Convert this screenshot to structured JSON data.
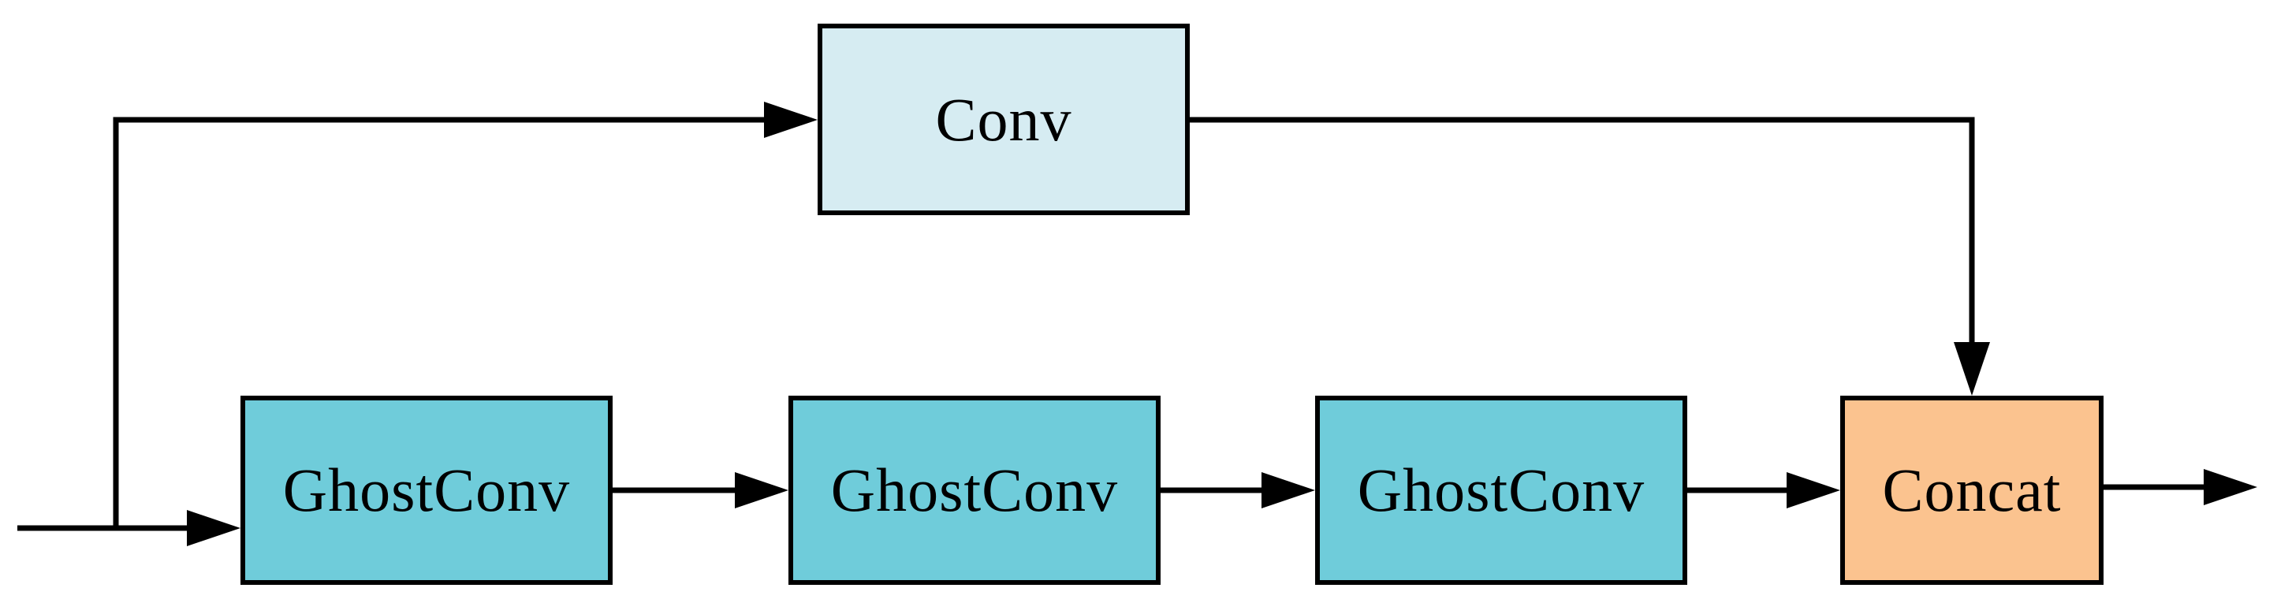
{
  "diagram": {
    "type": "flow-diagram",
    "description": "GhostConv bottleneck block diagram",
    "nodes": [
      {
        "id": "conv",
        "label": "Conv",
        "fill": "#d6ecf2"
      },
      {
        "id": "ghostconv-1",
        "label": "GhostConv",
        "fill": "#6fccda"
      },
      {
        "id": "ghostconv-2",
        "label": "GhostConv",
        "fill": "#6fccda"
      },
      {
        "id": "ghostconv-3",
        "label": "GhostConv",
        "fill": "#6fccda"
      },
      {
        "id": "concat",
        "label": "Concat",
        "fill": "#fbc38f"
      }
    ],
    "edges": [
      {
        "from": "input",
        "to": "ghostconv-1"
      },
      {
        "from": "input",
        "to": "conv"
      },
      {
        "from": "ghostconv-1",
        "to": "ghostconv-2"
      },
      {
        "from": "ghostconv-2",
        "to": "ghostconv-3"
      },
      {
        "from": "ghostconv-3",
        "to": "concat"
      },
      {
        "from": "conv",
        "to": "concat"
      },
      {
        "from": "concat",
        "to": "output"
      }
    ],
    "colors": {
      "line": "#000000",
      "text": "#000000",
      "background": "#ffffff"
    }
  }
}
